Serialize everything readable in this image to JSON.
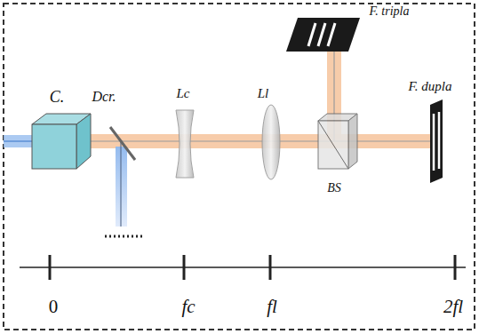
{
  "diagram": {
    "labels": [
      "C.",
      "Dcr.",
      "Lc",
      "Ll",
      "F. tripla",
      "BS",
      "F. dupla",
      "0",
      "fc",
      "fl",
      "2fl"
    ]
  }
}
